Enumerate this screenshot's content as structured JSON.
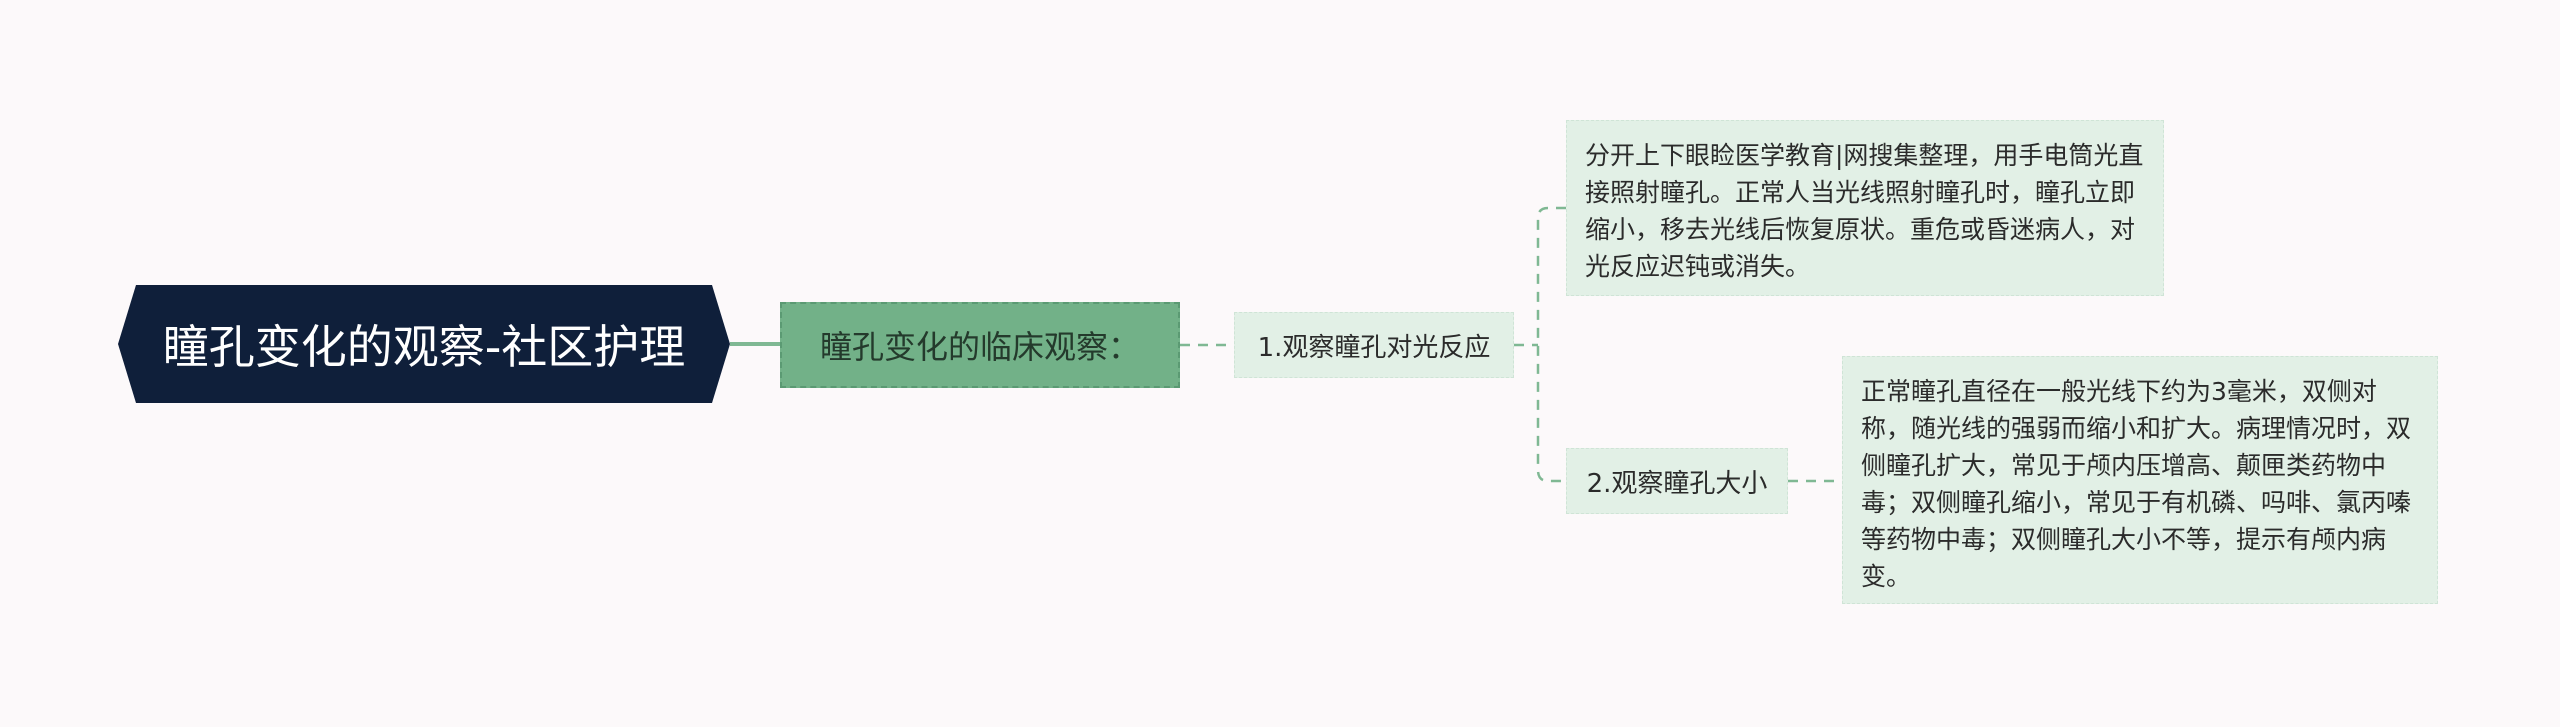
{
  "mindmap": {
    "root": {
      "label": "瞳孔变化的观察-社区护理"
    },
    "level1": {
      "label": "瞳孔变化的临床观察："
    },
    "branches": [
      {
        "label": "1.观察瞳孔对光反应",
        "detail": "分开上下眼睑医学教育|网搜集整理，用手电筒光直接照射瞳孔。正常人当光线照射瞳孔时，瞳孔立即缩小，移去光线后恢复原状。重危或昏迷病人，对光反应迟钝或消失。"
      },
      {
        "label": "2.观察瞳孔大小",
        "detail": "正常瞳孔直径在一般光线下约为3毫米，双侧对称，随光线的强弱而缩小和扩大。病理情况时，双侧瞳孔扩大，常见于颅内压增高、颠匣类药物中毒；双侧瞳孔缩小，常见于有机磷、吗啡、氯丙嗪等药物中毒；双侧瞳孔大小不等，提示有颅内病变。"
      }
    ]
  },
  "colors": {
    "background": "#fcf9fa",
    "root_fill": "#0f1f3a",
    "level1_fill": "#72b188",
    "branch_fill": "#e2f0e6",
    "connector": "#7fb893"
  }
}
